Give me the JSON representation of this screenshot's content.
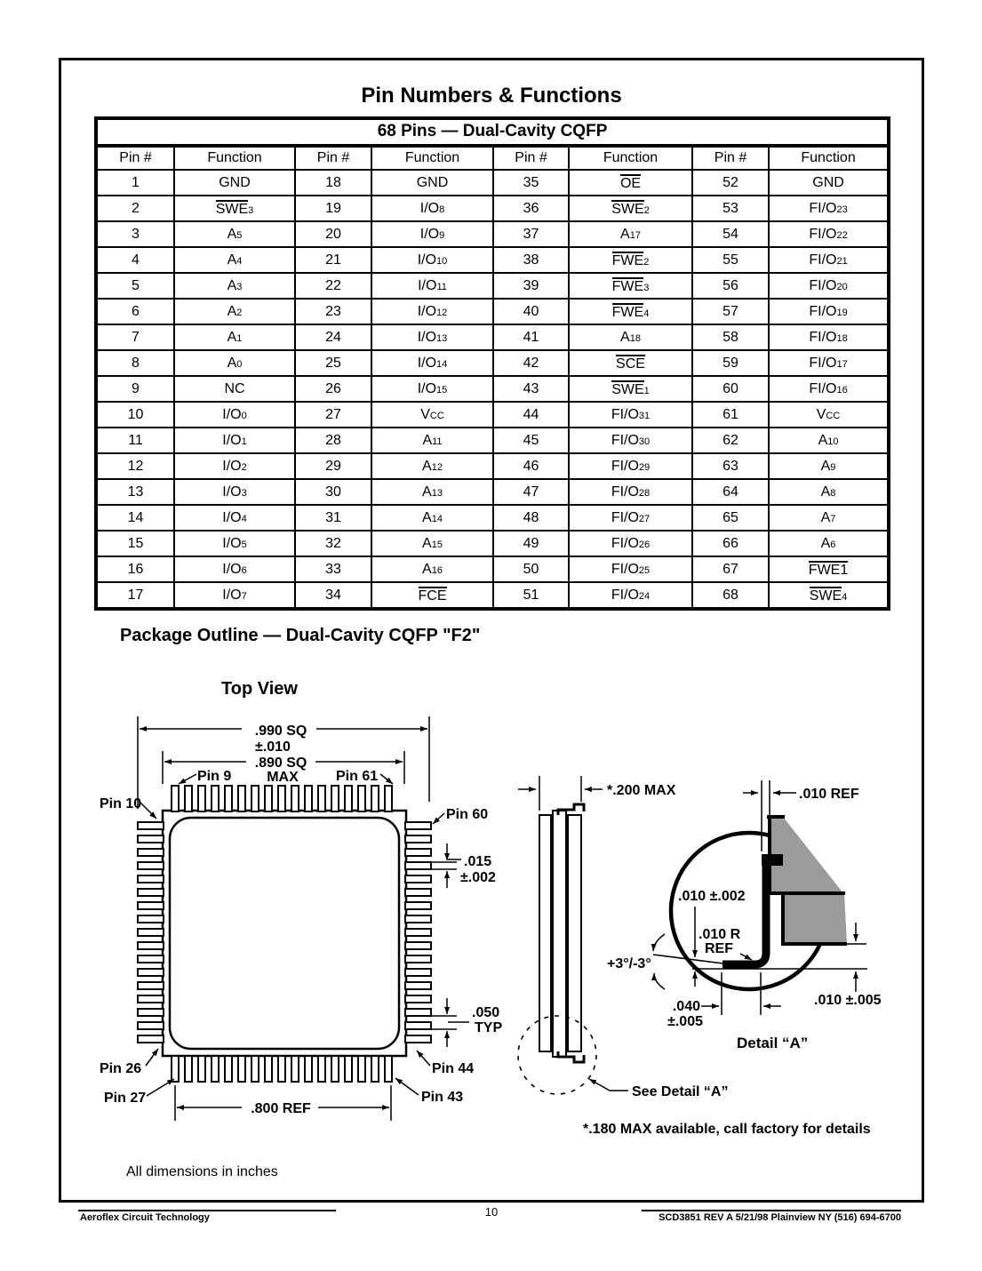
{
  "page": {
    "title": "Pin Numbers & Functions",
    "footer": {
      "left": "Aeroflex Circuit Technology",
      "page_number": "10",
      "right": "SCD3851 REV A  5/21/98    Plainview NY  (516) 694-6700"
    }
  },
  "pin_table": {
    "title": "68 Pins — Dual-Cavity CQFP",
    "columns": [
      "Pin #",
      "Function",
      "Pin #",
      "Function",
      "Pin #",
      "Function",
      "Pin #",
      "Function"
    ],
    "rows": [
      [
        "1",
        "GND",
        "18",
        "GND",
        "35",
        "{o:OE}",
        "52",
        "GND"
      ],
      [
        "2",
        "{o:SWE}{s:3}",
        "19",
        "I/O{s:8}",
        "36",
        "{o:SWE}{s:2}",
        "53",
        "FI/O{s:23}"
      ],
      [
        "3",
        "A{s:5}",
        "20",
        "I/O{s:9}",
        "37",
        "A{s:17}",
        "54",
        "FI/O{s:22}"
      ],
      [
        "4",
        "A{s:4}",
        "21",
        "I/O{s:10}",
        "38",
        "{o:FWE}{s:2}",
        "55",
        "FI/O{s:21}"
      ],
      [
        "5",
        "A{s:3}",
        "22",
        "I/O{s:11}",
        "39",
        "{o:FWE}{s:3}",
        "56",
        "FI/O{s:20}"
      ],
      [
        "6",
        "A{s:2}",
        "23",
        "I/O{s:12}",
        "40",
        "{o:FWE}{s:4}",
        "57",
        "FI/O{s:19}"
      ],
      [
        "7",
        "A{s:1}",
        "24",
        "I/O{s:13}",
        "41",
        "A{s:18}",
        "58",
        "FI/O{s:18}"
      ],
      [
        "8",
        "A{s:0}",
        "25",
        "I/O{s:14}",
        "42",
        "{o:SCE}",
        "59",
        "FI/O{s:17}"
      ],
      [
        "9",
        "NC",
        "26",
        "I/O{s:15}",
        "43",
        "{o:SWE}{s:1}",
        "60",
        "FI/O{s:16}"
      ],
      [
        "10",
        "I/O{s:0}",
        "27",
        "V{s:CC}",
        "44",
        "FI/O{s:31}",
        "61",
        "V{s:CC}"
      ],
      [
        "11",
        "I/O{s:1}",
        "28",
        "A{s:11}",
        "45",
        "FI/O{s:30}",
        "62",
        "A{s:10}"
      ],
      [
        "12",
        "I/O{s:2}",
        "29",
        "A{s:12}",
        "46",
        "FI/O{s:29}",
        "63",
        "A{s:9}"
      ],
      [
        "13",
        "I/O{s:3}",
        "30",
        "A{s:13}",
        "47",
        "FI/O{s:28}",
        "64",
        "A{s:8}"
      ],
      [
        "14",
        "I/O{s:4}",
        "31",
        "A{s:14}",
        "48",
        "FI/O{s:27}",
        "65",
        "A{s:7}"
      ],
      [
        "15",
        "I/O{s:5}",
        "32",
        "A{s:15}",
        "49",
        "FI/O{s:26}",
        "66",
        "A{s:6}"
      ],
      [
        "16",
        "I/O{s:6}",
        "33",
        "A{s:16}",
        "50",
        "FI/O{s:25}",
        "67",
        "{o:FWE1}"
      ],
      [
        "17",
        "I/O{s:7}",
        "34",
        "{o:FCE}",
        "51",
        "FI/O{s:24}",
        "68",
        "{o:SWE}{s:4}"
      ]
    ]
  },
  "outline": {
    "heading": "Package Outline — Dual-Cavity CQFP \"F2\"",
    "view_label": "Top View",
    "pins": {
      "pin9": "Pin 9",
      "pin61": "Pin 61",
      "pin10": "Pin 10",
      "pin60": "Pin 60",
      "pin26": "Pin 26",
      "pin27": "Pin 27",
      "pin43": "Pin 43",
      "pin44": "Pin 44"
    },
    "dims": {
      "sq990": [
        ".990 SQ",
        "±.010"
      ],
      "sq890": [
        ".890 SQ",
        "MAX"
      ],
      "lead_w": [
        ".015",
        "±.002"
      ],
      "pitch": [
        ".050",
        "TYP"
      ],
      "ref800": ".800 REF",
      "max200": "*.200 MAX",
      "ref010": ".010 REF",
      "t010": ".010 ±.002",
      "r010": [
        ".010 R",
        "REF"
      ],
      "angle": "+3°/-3°",
      "foot040": [
        ".040",
        "±.005"
      ],
      "standoff010": ".010 ±.005"
    },
    "detail": {
      "see": "See Detail “A”",
      "label": "Detail “A”"
    },
    "footnote": "*.180 MAX available, call factory for details",
    "units": "All dimensions in inches"
  }
}
